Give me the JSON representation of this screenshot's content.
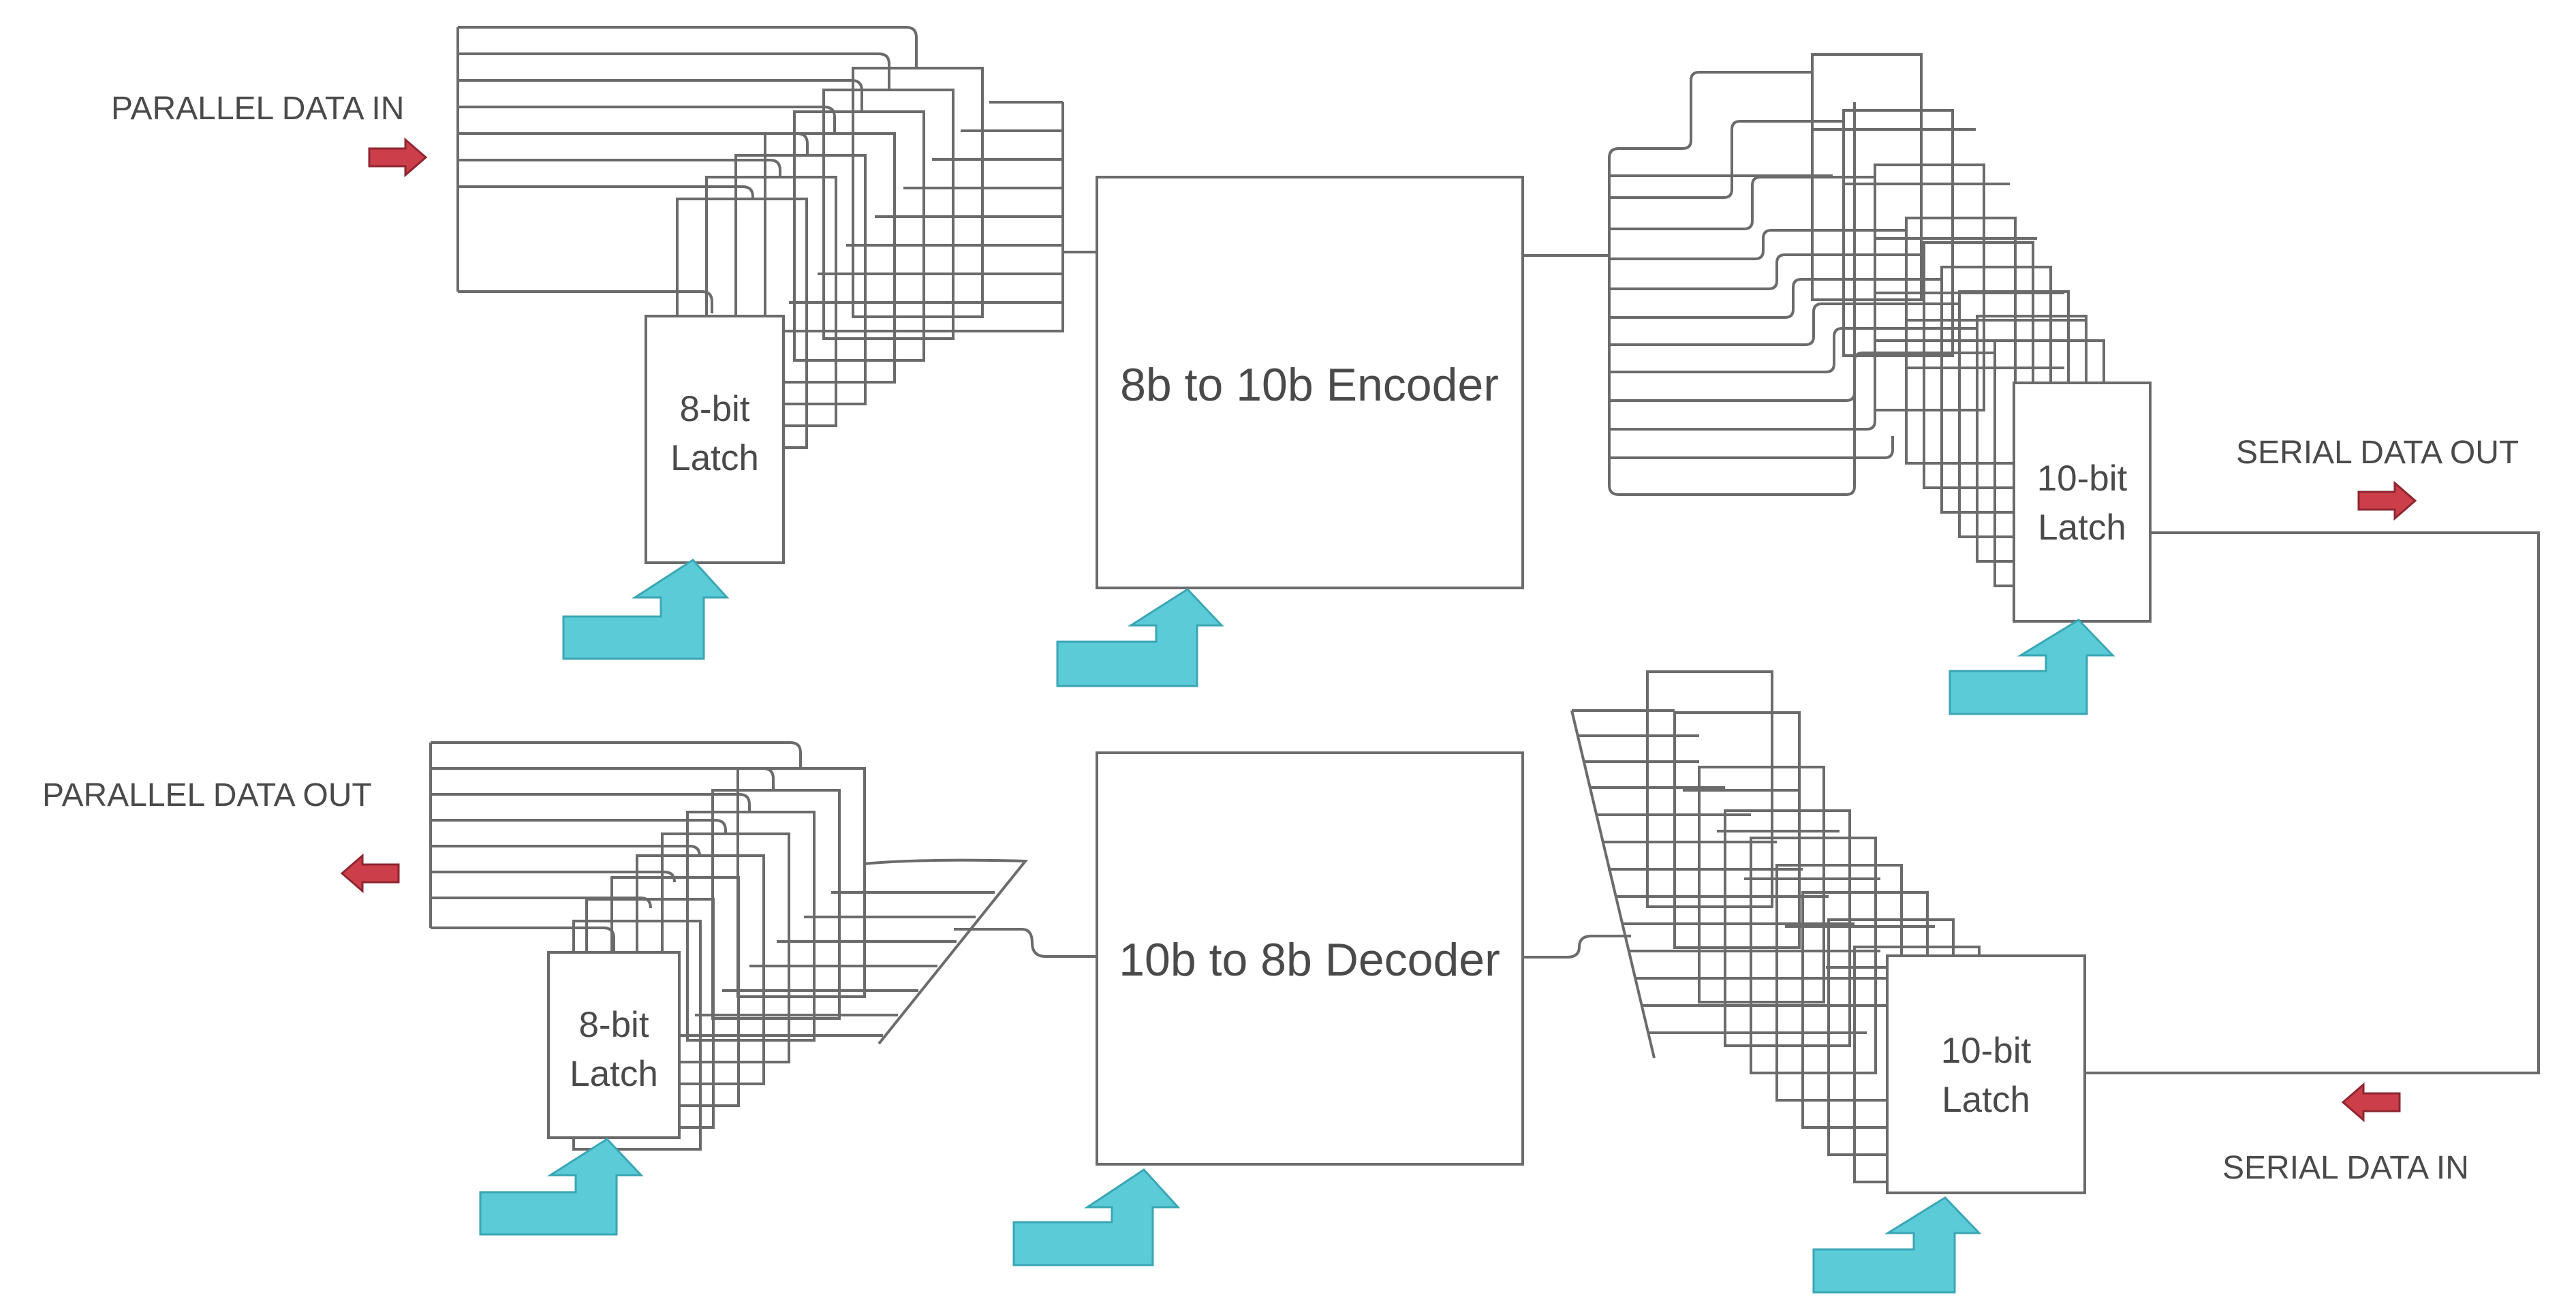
{
  "labels": {
    "parallel_in": "PARALLEL DATA IN",
    "parallel_out": "PARALLEL DATA OUT",
    "serial_out": "SERIAL DATA OUT",
    "serial_in": "SERIAL DATA IN"
  },
  "blocks": {
    "encoder": "8b to 10b Encoder",
    "decoder": "10b to 8b Decoder"
  },
  "latches": {
    "tx_8bit": [
      "8-bit",
      "Latch"
    ],
    "tx_10bit": [
      "10-bit",
      "Latch"
    ],
    "rx_8bit": [
      "8-bit",
      "Latch"
    ],
    "rx_10bit": [
      "10-bit",
      "Latch"
    ]
  },
  "colors": {
    "line": "#6b6b6b",
    "text": "#4a4a4a",
    "data_arrow": "#cc3e4a",
    "clock_arrow": "#5bcbd8"
  }
}
